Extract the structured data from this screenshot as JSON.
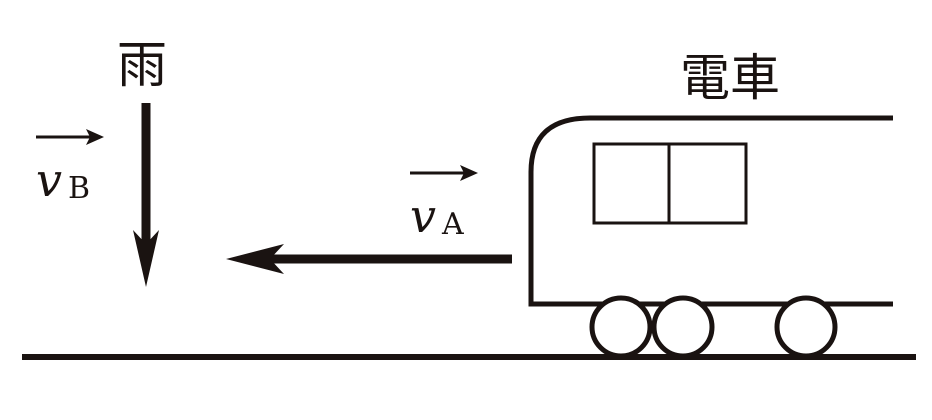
{
  "labels": {
    "rain": "雨",
    "train": "電車",
    "vB_symbol": "v",
    "vB_subscript": "B",
    "vA_symbol": "v",
    "vA_subscript": "A"
  },
  "colors": {
    "ink": "#1a1311",
    "background": "#ffffff"
  }
}
